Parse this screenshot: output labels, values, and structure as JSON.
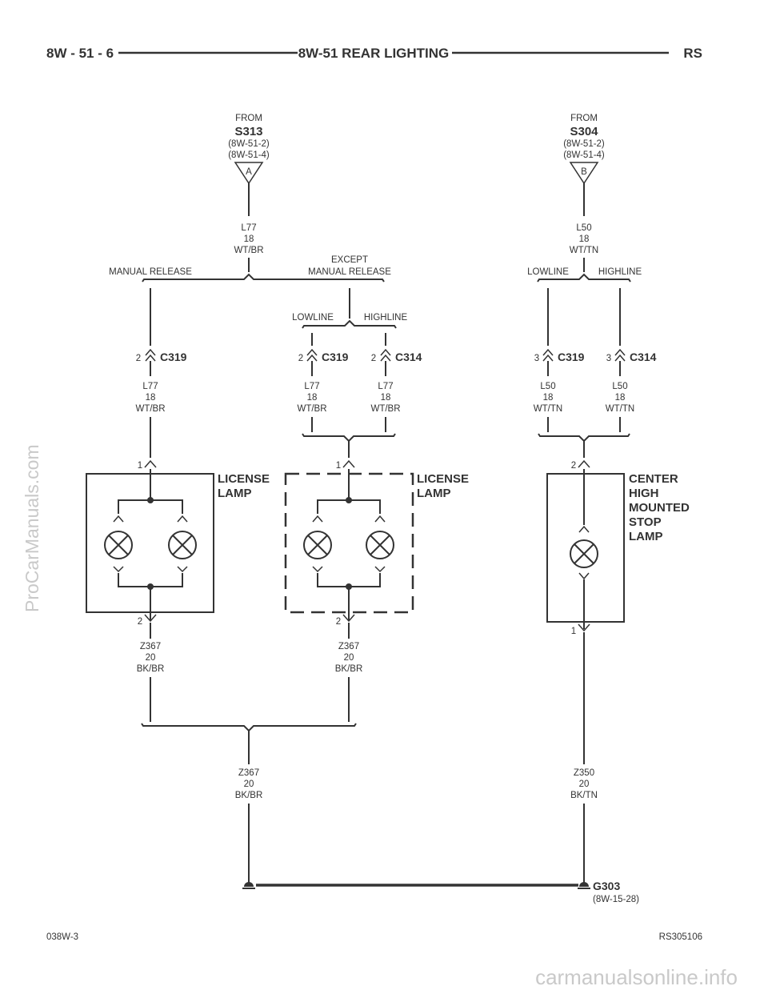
{
  "header": {
    "page_number": "8W - 51 - 6",
    "section_title": "8W-51 REAR LIGHTING",
    "model_code": "RS"
  },
  "sources": [
    {
      "from": "FROM",
      "splice": "S313",
      "refs": [
        "(8W-51-2)",
        "(8W-51-4)"
      ],
      "terminal": "A",
      "wire": [
        "L77",
        "18",
        "WT/BR"
      ]
    },
    {
      "from": "FROM",
      "splice": "S304",
      "refs": [
        "(8W-51-2)",
        "(8W-51-4)"
      ],
      "terminal": "B",
      "wire": [
        "L50",
        "18",
        "WT/TN"
      ]
    }
  ],
  "options": {
    "manual_release": "MANUAL RELEASE",
    "except_line1": "EXCEPT",
    "except_line2": "MANUAL RELEASE",
    "lowline_a": "LOWLINE",
    "highline_a": "HIGHLINE",
    "lowline_b": "LOWLINE",
    "highline_b": "HIGHLINE"
  },
  "connectors": [
    {
      "pin": "2",
      "name": "C319",
      "wire": [
        "L77",
        "18",
        "WT/BR"
      ]
    },
    {
      "pin": "2",
      "name": "C319",
      "wire": [
        "L77",
        "18",
        "WT/BR"
      ]
    },
    {
      "pin": "2",
      "name": "C314",
      "wire": [
        "L77",
        "18",
        "WT/BR"
      ]
    },
    {
      "pin": "3",
      "name": "C319",
      "wire": [
        "L50",
        "18",
        "WT/TN"
      ]
    },
    {
      "pin": "3",
      "name": "C314",
      "wire": [
        "L50",
        "18",
        "WT/TN"
      ]
    }
  ],
  "components": [
    {
      "name_lines": [
        "LICENSE",
        "LAMP"
      ],
      "pin_in": "1",
      "pin_out": "2",
      "wire_out": [
        "Z367",
        "20",
        "BK/BR"
      ]
    },
    {
      "name_lines": [
        "LICENSE",
        "LAMP"
      ],
      "pin_in": "1",
      "pin_out": "2",
      "wire_out": [
        "Z367",
        "20",
        "BK/BR"
      ]
    },
    {
      "name_lines": [
        "CENTER",
        "HIGH",
        "MOUNTED",
        "STOP",
        "LAMP"
      ],
      "pin_in": "2",
      "pin_out": "1"
    }
  ],
  "ground_wires": [
    {
      "wire": [
        "Z367",
        "20",
        "BK/BR"
      ]
    },
    {
      "wire": [
        "Z350",
        "20",
        "BK/TN"
      ]
    }
  ],
  "ground": {
    "name": "G303",
    "ref": "(8W-15-28)"
  },
  "footer": {
    "left": "038W-3",
    "right": "RS305106"
  },
  "watermark_side": "ProCarManuals.com",
  "watermark_bottom": "carmanualsonline.info"
}
